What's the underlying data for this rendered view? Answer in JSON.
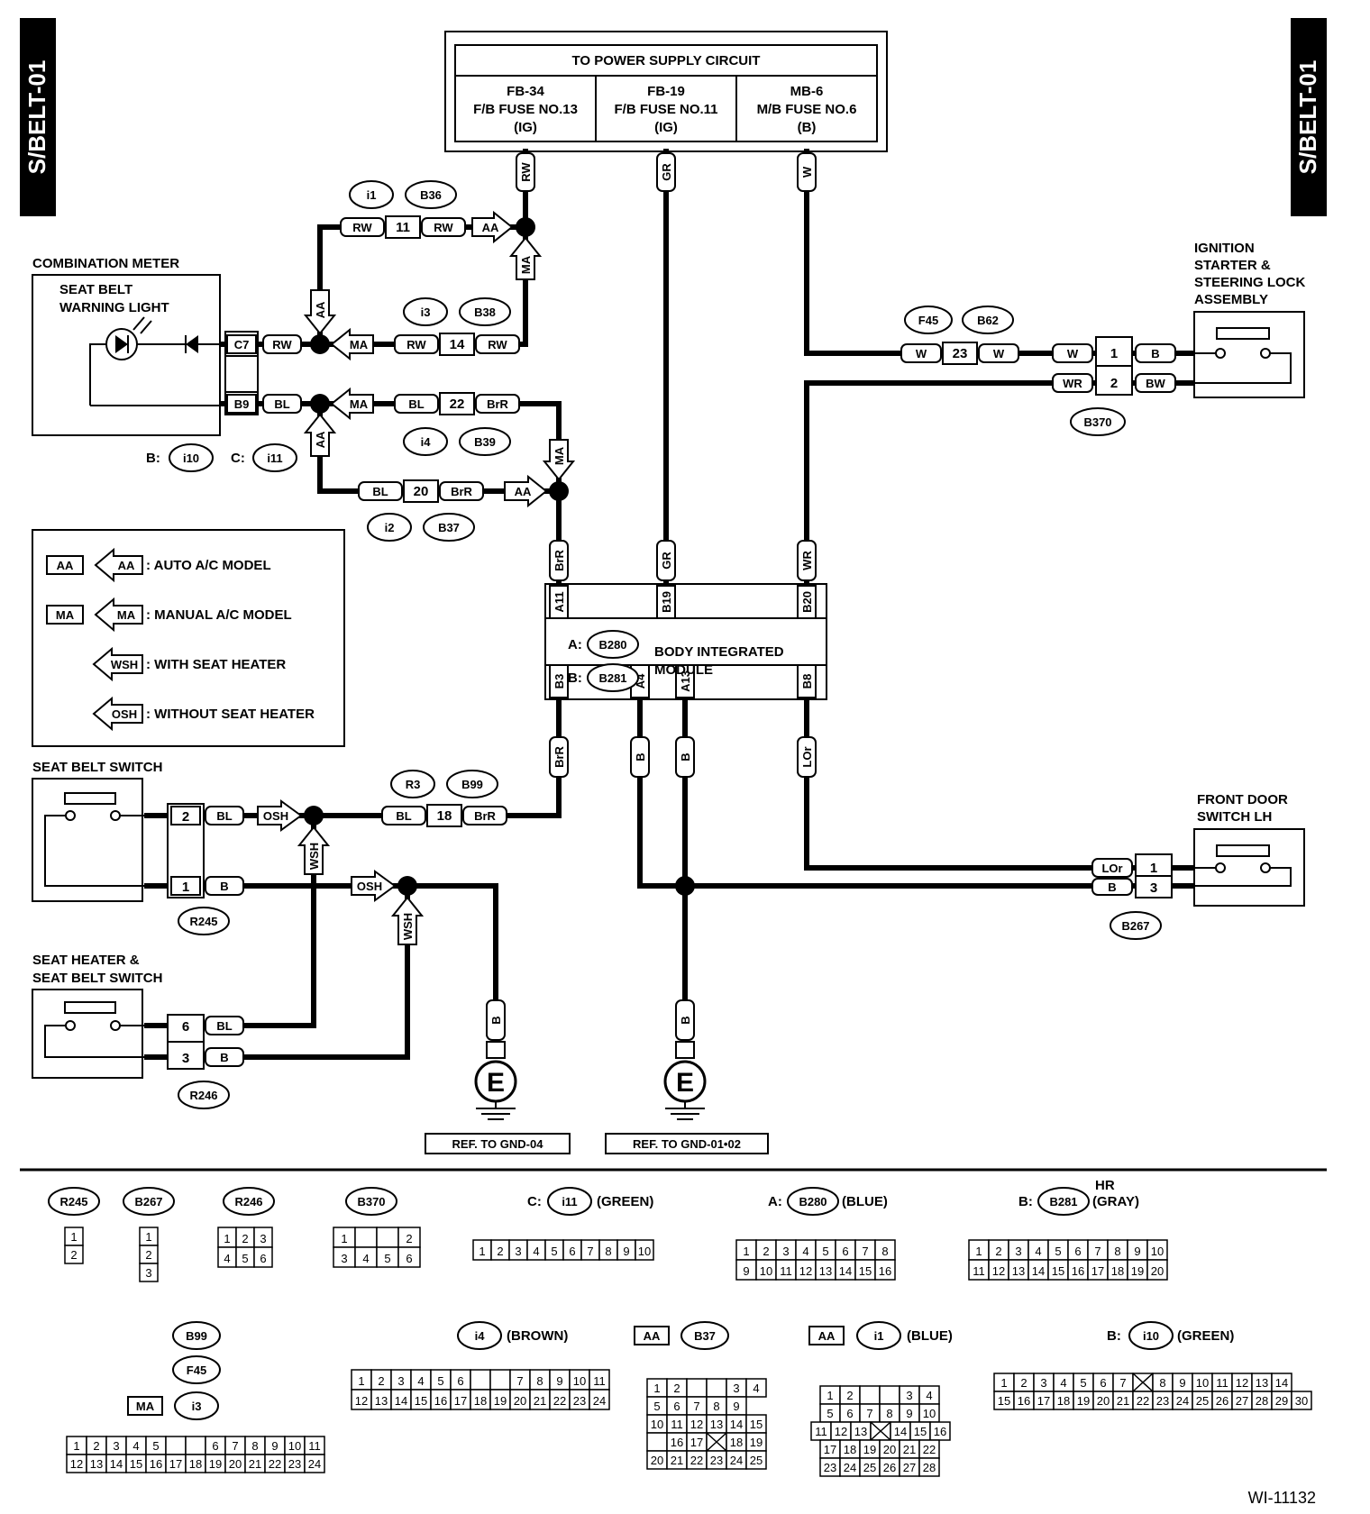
{
  "side_label": "S/BELT-01",
  "figure_id": "WI-11132",
  "power": {
    "title": "TO POWER SUPPLY CIRCUIT",
    "fuses": [
      {
        "line1": "FB-34",
        "line2": "F/B FUSE NO.13",
        "line3": "(IG)"
      },
      {
        "line1": "FB-19",
        "line2": "F/B FUSE NO.11",
        "line3": "(IG)"
      },
      {
        "line1": "MB-6",
        "line2": "M/B FUSE NO.6",
        "line3": "(B)"
      }
    ]
  },
  "components": {
    "combination_meter": "COMBINATION METER",
    "seat_belt_warning_1": "SEAT BELT",
    "seat_belt_warning_2": "WARNING LIGHT",
    "ignition_1": "IGNITION",
    "ignition_2": "STARTER &",
    "ignition_3": "STEERING LOCK",
    "ignition_4": "ASSEMBLY",
    "bim_1": "BODY INTEGRATED",
    "bim_2": "MODULE",
    "seat_belt_switch": "SEAT BELT SWITCH",
    "seat_heater_1": "SEAT HEATER &",
    "seat_heater_2": "SEAT BELT SWITCH",
    "front_door_1": "FRONT DOOR",
    "front_door_2": "SWITCH LH",
    "gnd_ref_1": "REF. TO GND-04",
    "gnd_ref_2": "REF. TO GND-01•02"
  },
  "legend": [
    {
      "code": "AA",
      "text": ": AUTO A/C MODEL"
    },
    {
      "code": "MA",
      "text": ": MANUAL A/C MODEL"
    },
    {
      "code": "WSH",
      "text": ": WITH SEAT HEATER"
    },
    {
      "code": "OSH",
      "text": ": WITHOUT SEAT HEATER"
    }
  ],
  "meter_connectors": {
    "b_prefix": "B:",
    "b_id": "i10",
    "c_prefix": "C:",
    "c_id": "i11"
  },
  "bim_connectors": {
    "a_prefix": "A:",
    "a_id": "B280",
    "b_prefix": "B:",
    "b_id": "B281"
  },
  "bim_terminals": [
    "A11",
    "B19",
    "B20",
    "B3",
    "A4",
    "A13",
    "B8"
  ],
  "wire_colors": [
    "RW",
    "GR",
    "W",
    "BL",
    "BrR",
    "WR",
    "BW",
    "B",
    "LOr"
  ],
  "meter_pins": [
    "C7",
    "B9"
  ],
  "splices": [
    {
      "a": "i1",
      "b": "B36",
      "pin": "11"
    },
    {
      "a": "i3",
      "b": "B38",
      "pin": "14"
    },
    {
      "a": "i4",
      "b": "B39",
      "pin": "22"
    },
    {
      "a": "i2",
      "b": "B37",
      "pin": "20"
    },
    {
      "a": "F45",
      "b": "B62",
      "pin": "23"
    },
    {
      "a": "R3",
      "b": "B99",
      "pin": "18"
    }
  ],
  "connector_ids": [
    "B370",
    "R245",
    "R246",
    "B267"
  ],
  "pins": [
    "1",
    "2",
    "3",
    "6"
  ],
  "ground_symbol": "E",
  "connector_views": {
    "r245": "R245",
    "b267": "B267",
    "r246": "R246",
    "b370": "B370",
    "c_prefix": "C:",
    "i11": "i11",
    "i11_color": "(GREEN)",
    "a_prefix": "A:",
    "b280": "B280",
    "b280_color": "(BLUE)",
    "b_prefix": "B:",
    "b281": "B281",
    "b281_color": "(GRAY)",
    "b281_hr": "HR",
    "b99": "B99",
    "f45": "F45",
    "ma": "MA",
    "i3": "i3",
    "i4": "i4",
    "i4_color": "(BROWN)",
    "aa": "AA",
    "b37": "B37",
    "i1": "i1",
    "i1_color": "(BLUE)",
    "i10_prefix": "B:",
    "i10": "i10",
    "i10_color": "(GREEN)"
  }
}
